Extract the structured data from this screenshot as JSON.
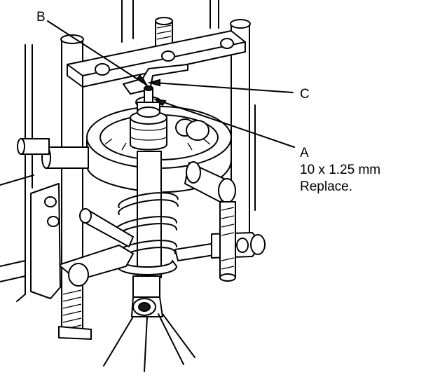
{
  "labels": {
    "b": "B",
    "c": "C",
    "a": "A",
    "a_spec": "10 x 1.25 mm",
    "a_note": "Replace."
  }
}
